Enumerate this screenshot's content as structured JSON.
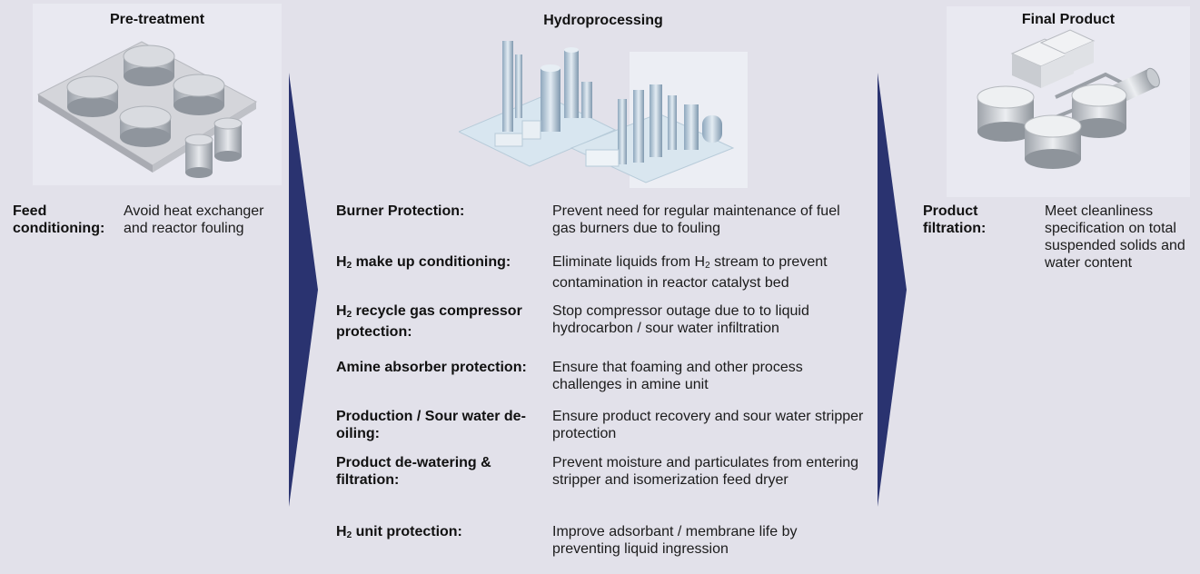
{
  "columns": {
    "pretreatment": {
      "title": "Pre-treatment",
      "items": [
        {
          "term": "Feed conditioning:",
          "desc": "Avoid heat exchanger and reactor fouling"
        }
      ]
    },
    "hydroprocessing": {
      "title": "Hydroprocessing",
      "items": [
        {
          "term": "Burner Protection:",
          "desc": "Prevent need for regular maintenance of fuel gas burners due to fouling"
        },
        {
          "term_pre": "H",
          "term_sub": "2",
          "term_post": " make up conditioning:",
          "desc_pre": "Eliminate liquids from H",
          "desc_sub": "2",
          "desc_post": " stream to prevent contamination in reactor catalyst bed"
        },
        {
          "term_pre": "H",
          "term_sub": "2",
          "term_post": " recycle gas compressor protection:",
          "desc": "Stop compressor outage due to to liquid hydrocarbon / sour water infiltration"
        },
        {
          "term": "Amine absorber protection:",
          "desc": "Ensure that foaming and other process challenges in amine unit"
        },
        {
          "term": "Production / Sour water de-oiling:",
          "desc": "Ensure product recovery and sour water stripper protection"
        },
        {
          "term": "Product de-watering & filtration:",
          "desc": "Prevent moisture and particulates from entering stripper and isomerization feed dryer"
        },
        {
          "term_pre": "H",
          "term_sub": "2",
          "term_post": " unit protection:",
          "desc": "Improve adsorbant / membrane life by preventing liquid ingression"
        }
      ]
    },
    "final_product": {
      "title": "Final Product",
      "items": [
        {
          "term": "Product filtration:",
          "desc": "Meet cleanliness specification on total suspended solids and water content"
        }
      ]
    }
  },
  "colors": {
    "background": "#e2e1ea",
    "arrow": "#2a3370",
    "panel": "#e9e9f1"
  },
  "icons": [
    "storage-tanks-illustration",
    "refinery-towers-illustration",
    "product-tanks-illustration"
  ]
}
